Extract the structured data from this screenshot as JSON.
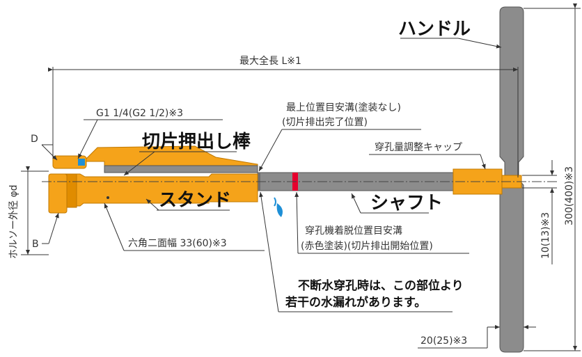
{
  "labels": {
    "handle": "ハンドル",
    "max_length": "最大全長 L※1",
    "thread": "G1 1/4(G2 1/2)※3",
    "label_d": "D",
    "label_b": "B",
    "holesaw_od": "ホルソー外径 φd",
    "ejector_rod": "切片押出し棒",
    "top_groove_line1": "最上位置目安溝(塗装なし)",
    "top_groove_line2": "(切片排出完了位置)",
    "stroke_cap": "穿孔量調整キャップ",
    "stand": "スタンド",
    "shaft": "シャフト",
    "hex_width": "六角二面幅 33(60)※3",
    "detach_groove_line1": "穿孔機着脱位置目安溝",
    "detach_groove_line2": "(赤色塗装)(切片排出開始位置)",
    "leak_line1": "不断水穿孔時は、この部位より",
    "leak_line2": "若干の水漏れがあります。",
    "dim_10": "10(13)※3",
    "dim_300": "300(400)※3",
    "dim_20": "20(25)※3"
  },
  "colors": {
    "orange": "#F5A31A",
    "orange_dark": "#E08C00",
    "gray": "#8C8C8C",
    "gray_dark": "#6F6F6F",
    "red": "#E6002D",
    "blue": "#1E8FD6",
    "line": "#333333"
  }
}
